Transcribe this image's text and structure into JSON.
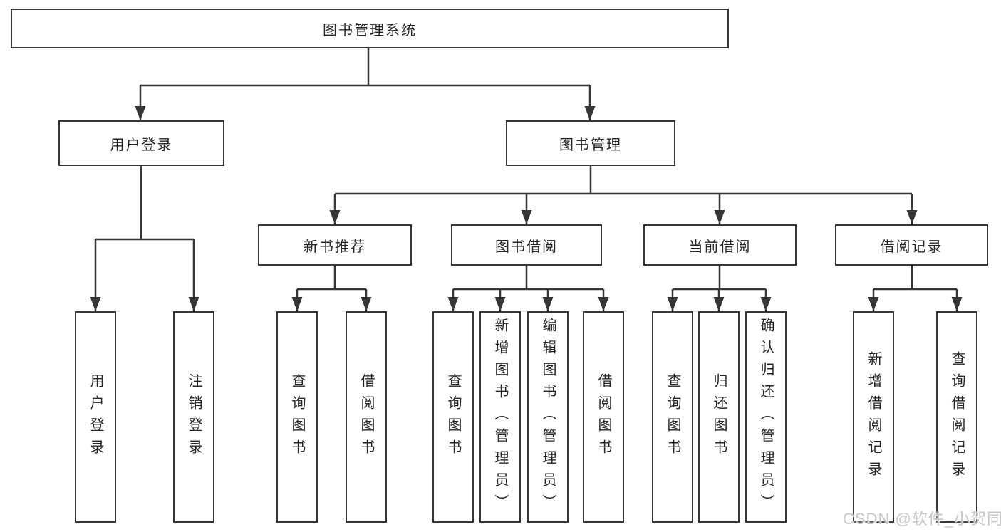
{
  "tree": {
    "root": {
      "label": "图书管理系统",
      "children": [
        {
          "label": "用户登录",
          "children": [
            {
              "label": "用户登录"
            },
            {
              "label": "注销登录"
            }
          ]
        },
        {
          "label": "图书管理",
          "children": [
            {
              "label": "新书推荐",
              "children": [
                {
                  "label": "查询图书"
                },
                {
                  "label": "借阅图书"
                }
              ]
            },
            {
              "label": "图书借阅",
              "children": [
                {
                  "label": "查询图书"
                },
                {
                  "label": "新增图书（管理员）"
                },
                {
                  "label": "编辑图书（管理员）"
                },
                {
                  "label": "借阅图书"
                }
              ]
            },
            {
              "label": "当前借阅",
              "children": [
                {
                  "label": "查询图书"
                },
                {
                  "label": "归还图书"
                },
                {
                  "label": "确认归还（管理员）"
                }
              ]
            },
            {
              "label": "借阅记录",
              "children": [
                {
                  "label": "新增借阅记录"
                },
                {
                  "label": "查询借阅记录"
                }
              ]
            }
          ]
        }
      ]
    }
  },
  "watermark": {
    "text": "CSDN @软件_小贺同学"
  },
  "colors": {
    "line": "#363636",
    "box_border": "#363636",
    "background": "#ffffff",
    "text": "#262626",
    "watermark": "#c6c6c6"
  }
}
